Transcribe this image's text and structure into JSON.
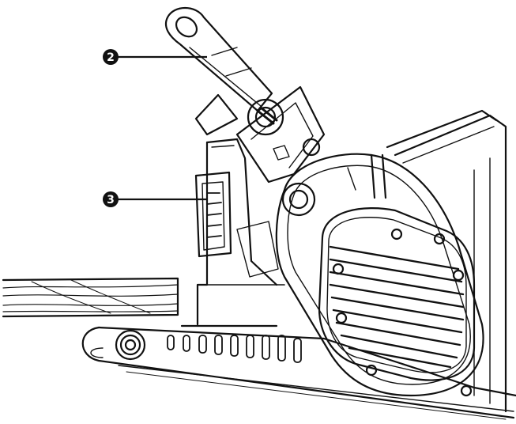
{
  "callouts": [
    {
      "id": "2",
      "label": "2"
    },
    {
      "id": "3",
      "label": "3"
    }
  ],
  "colors": {
    "ink": "#111111",
    "paper": "#ffffff"
  }
}
